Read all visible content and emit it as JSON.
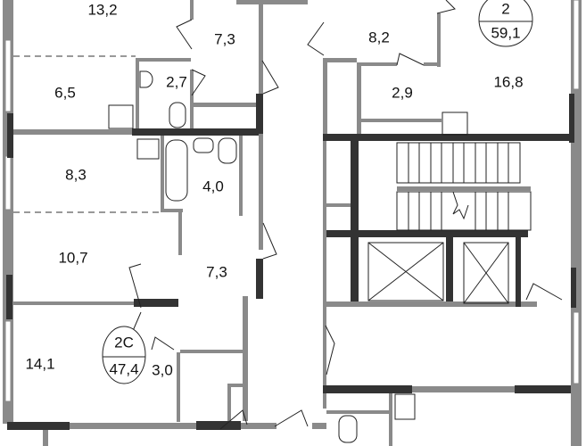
{
  "apartments": [
    {
      "type": "2",
      "total_area": "59,1"
    },
    {
      "type": "2С",
      "total_area": "47,4"
    }
  ],
  "rooms": {
    "living_top_left": "13,2",
    "hall_top": "7,3",
    "kitchen_top_left": "6,5",
    "wc_top": "2,7",
    "room_8_3": "8,3",
    "bathroom": "4,0",
    "room_10_7": "10,7",
    "hall_bottom": "7,3",
    "room_14_1": "14,1",
    "storage_3_0": "3,0",
    "hall_right": "8,2",
    "storage_2_9": "2,9",
    "room_16_8": "16,8"
  }
}
